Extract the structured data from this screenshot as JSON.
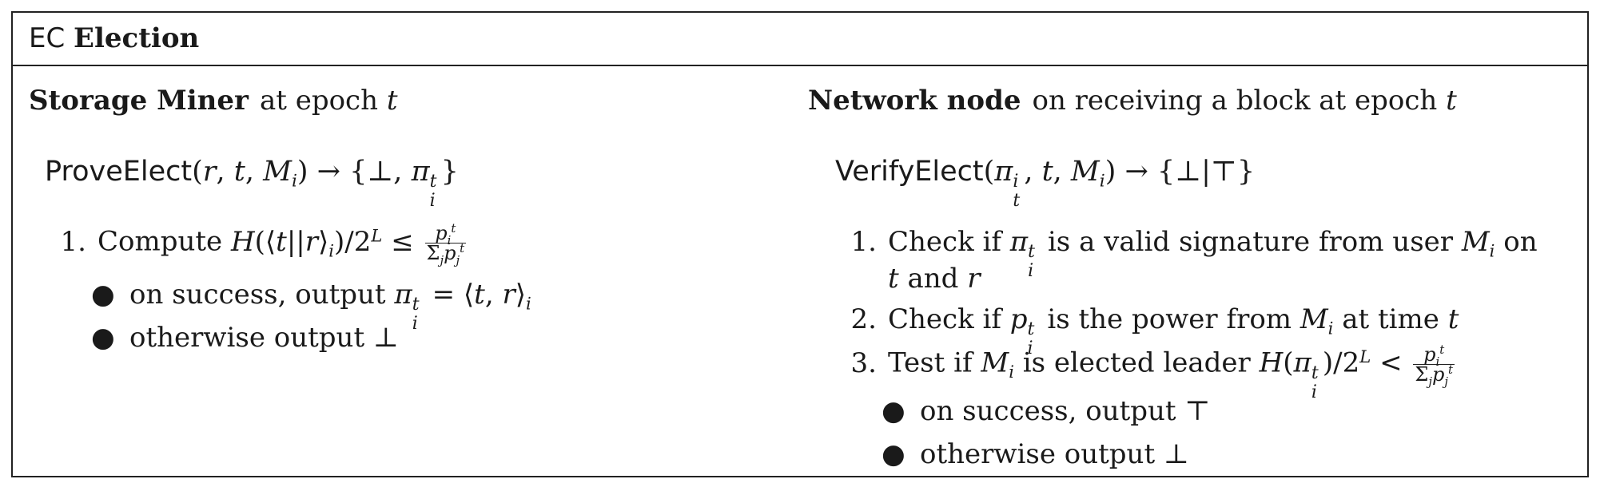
{
  "header": {
    "prefix": "EC",
    "title": "Election"
  },
  "left": {
    "role": "Storage Miner",
    "role_desc": "at epoch",
    "epoch_var": "t",
    "fn_name": "ProveElect",
    "steps": [
      {
        "number": "1.",
        "text": "Compute"
      }
    ],
    "bullets": [
      {
        "text": "on success, output"
      },
      {
        "text": "otherwise output"
      }
    ]
  },
  "right": {
    "role": "Network node",
    "role_desc": "on receiving a block at epoch",
    "epoch_var": "t",
    "fn_name": "VerifyElect",
    "steps": [
      {
        "number": "1.",
        "pre": "Check if",
        "mid": "is a valid signature from user",
        "post": "on",
        "cont_mid": "and"
      },
      {
        "number": "2.",
        "pre": "Check if",
        "mid": "is the power from",
        "post": "at time"
      },
      {
        "number": "3.",
        "pre": "Test if",
        "mid": "is elected leader"
      }
    ],
    "bullets": [
      {
        "text": "on success, output"
      },
      {
        "text": "otherwise output"
      }
    ]
  }
}
